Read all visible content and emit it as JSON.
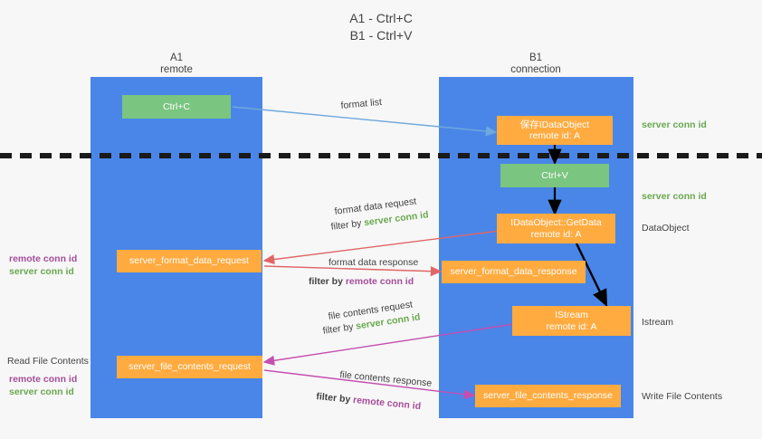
{
  "title": {
    "line1": "A1 - Ctrl+C",
    "line2": "B1 - Ctrl+V"
  },
  "lanes": [
    {
      "name": "A1",
      "role": "remote"
    },
    {
      "name": "B1",
      "role": "connection"
    }
  ],
  "nodes": {
    "ctrl_c": {
      "label": "Ctrl+C"
    },
    "ctrl_v": {
      "label": "Ctrl+V"
    },
    "save_idataobject": {
      "label": "保存IDataObject",
      "sub": "remote id: A"
    },
    "getdata": {
      "label": "IDataObject::GetData",
      "sub": "remote id: A"
    },
    "istream": {
      "label": "IStream",
      "sub": "remote id: A"
    },
    "server_format_data_request": {
      "label": "server_format_data_request"
    },
    "server_format_data_response": {
      "label": "server_format_data_response"
    },
    "server_file_contents_request": {
      "label": "server_file_contents_request"
    },
    "server_file_contents_response": {
      "label": "server_file_contents_response"
    }
  },
  "arrow_labels": {
    "format_list": "format list",
    "format_data_request": "format data request",
    "format_data_request_filter_prefix": "filter by ",
    "format_data_request_filter_key": "server conn id",
    "format_data_response": "format data response",
    "format_data_response_filter_prefix": "filter by ",
    "format_data_response_filter_key": "remote conn id",
    "file_contents_request": "file contents request",
    "file_contents_request_filter_prefix": "filter by ",
    "file_contents_request_filter_key": "server conn id",
    "file_contents_response": "file contents response",
    "file_contents_response_filter_prefix": "filter by ",
    "file_contents_response_filter_key": "remote conn id"
  },
  "side_labels": {
    "right_server_conn_id_top": "server conn id",
    "right_server_conn_id_mid": "server conn id",
    "right_dataobject": "DataObject",
    "right_istream": "Istream",
    "right_write_file_contents": "Write File Contents",
    "left_remote_conn_id_mid": "remote conn id",
    "left_server_conn_id_mid": "server conn id",
    "left_read_file_contents": "Read File Contents",
    "left_remote_conn_id_bot": "remote conn id",
    "left_server_conn_id_bot": "server conn id"
  },
  "colors": {
    "lane": "#4a86e8",
    "green_node": "#7ac57f",
    "orange_node": "#ffab40",
    "server_conn_id": "#6aa84f",
    "remote_conn_id": "#a64d9a",
    "red_arrow": "#e06666",
    "magenta_arrow": "#c54fb0",
    "blue_arrow": "#6fa8dc",
    "black_arrow": "#000000",
    "divider": "#1a1a1a",
    "background": "#f7f7f7"
  }
}
